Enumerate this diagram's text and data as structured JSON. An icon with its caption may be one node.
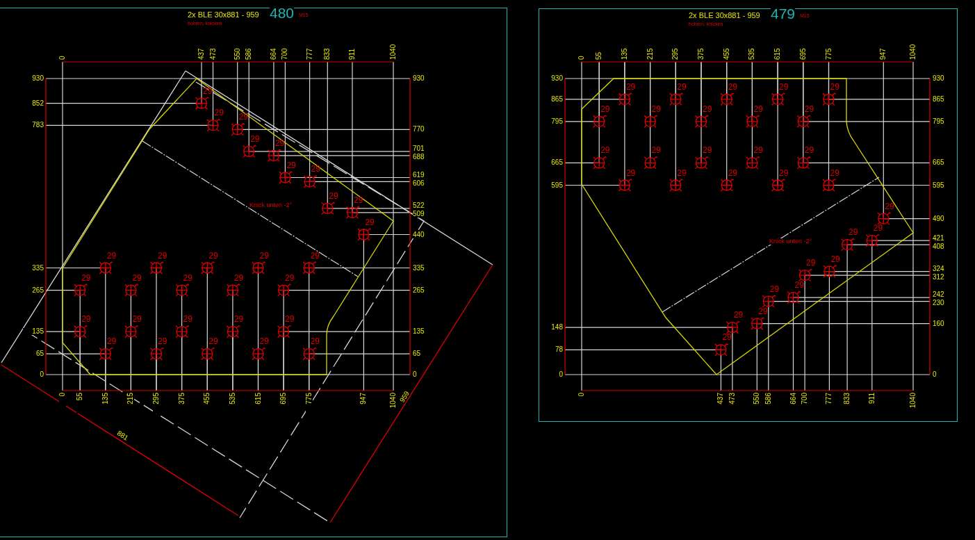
{
  "diagram": {
    "nodes": [
      {
        "text": [
          "2x BLE 30x881 - 959",
          "480",
          "M15",
          "bohren, knicken"
        ]
      },
      {
        "text": [
          "2x BLE 30x881 - 959",
          "479",
          "M15",
          "bohren, knicken"
        ]
      }
    ],
    "labels": [
      "0",
      "437",
      "473",
      "550",
      "586",
      "664",
      "700",
      "777",
      "833",
      "911",
      "1040",
      "930",
      "852",
      "783",
      "335",
      "265",
      "135",
      "65",
      "0",
      "930",
      "770",
      "701",
      "688",
      "619",
      "606",
      "522",
      "509",
      "440",
      "335",
      "265",
      "135",
      "65",
      "0",
      "0",
      "55",
      "135",
      "215",
      "295",
      "375",
      "455",
      "535",
      "615",
      "695",
      "775",
      "947",
      "1040",
      "29",
      "29",
      "29",
      "29",
      "29",
      "29",
      "29",
      "29",
      "29",
      "29",
      "29",
      "29",
      "29",
      "29",
      "29",
      "29",
      "29",
      "29",
      "29",
      "29",
      "29",
      "29",
      "29",
      "29",
      "29",
      "29",
      "29",
      "29",
      "29",
      "29",
      "Knick unten -2°",
      "881",
      "959",
      "0",
      "55",
      "135",
      "215",
      "295",
      "375",
      "455",
      "535",
      "615",
      "695",
      "775",
      "947",
      "1040",
      "930",
      "865",
      "795",
      "665",
      "595",
      "148",
      "78",
      "0",
      "930",
      "865",
      "795",
      "665",
      "595",
      "490",
      "421",
      "408",
      "324",
      "312",
      "242",
      "230",
      "160",
      "0",
      "0",
      "437",
      "473",
      "550",
      "586",
      "664",
      "700",
      "777",
      "833",
      "911",
      "1040",
      "29",
      "29",
      "29",
      "29",
      "29",
      "29",
      "29",
      "29",
      "29",
      "29",
      "29",
      "29",
      "29",
      "29",
      "29",
      "29",
      "29",
      "29",
      "29",
      "29",
      "29",
      "29",
      "29",
      "29",
      "29",
      "29",
      "29",
      "29",
      "29",
      "29",
      "Knick unten -2°"
    ]
  }
}
